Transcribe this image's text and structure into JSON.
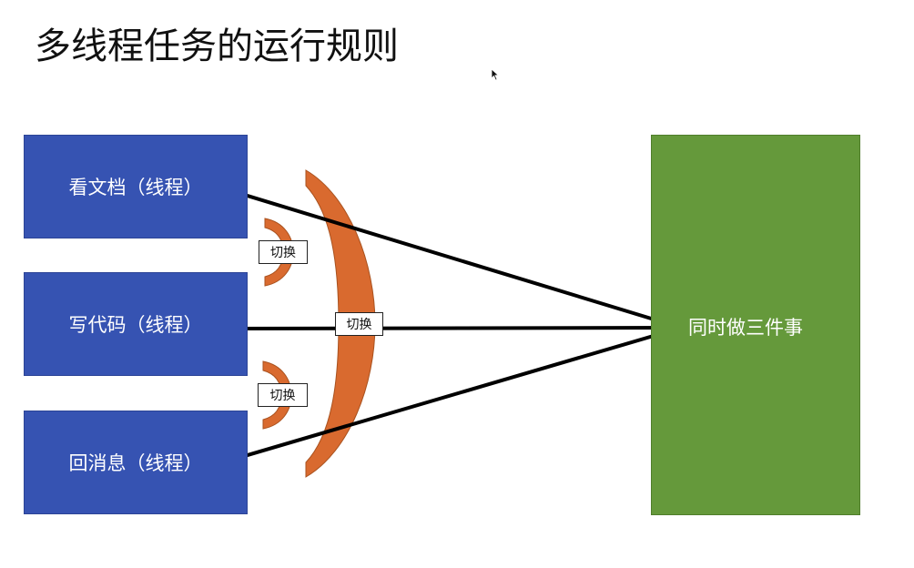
{
  "title": "多线程任务的运行规则",
  "threads": [
    {
      "label": "看文档（线程）"
    },
    {
      "label": "写代码（线程）"
    },
    {
      "label": "回消息（线程）"
    }
  ],
  "result": {
    "label": "同时做三件事"
  },
  "switches": [
    {
      "label": "切换"
    },
    {
      "label": "切换"
    },
    {
      "label": "切换"
    }
  ],
  "colors": {
    "thread_fill": "#3653b2",
    "result_fill": "#65993b",
    "switch_arc": "#d96a2f",
    "arrow": "#000000"
  },
  "icons": {
    "cursor": "mouse-pointer-icon"
  }
}
